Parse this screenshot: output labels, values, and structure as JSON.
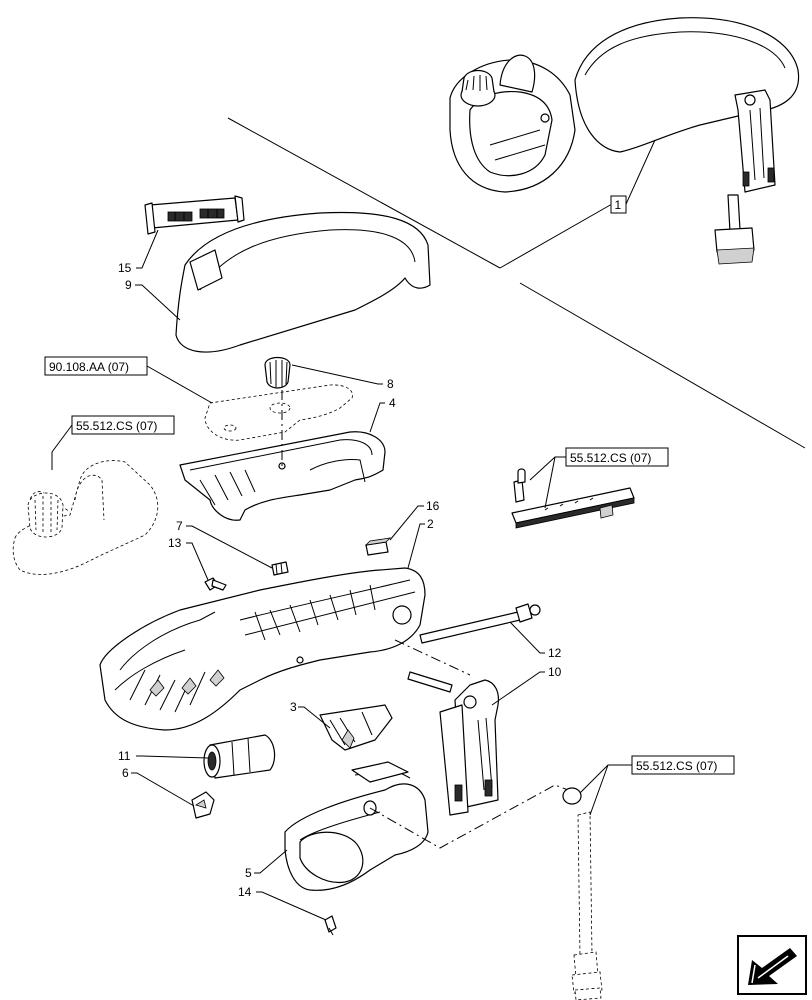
{
  "callouts": {
    "c1": "1",
    "c2": "2",
    "c3": "3",
    "c4": "4",
    "c5": "5",
    "c6": "6",
    "c7": "7",
    "c8": "8",
    "c9": "9",
    "c10": "10",
    "c11": "11",
    "c12": "12",
    "c13": "13",
    "c14": "14",
    "c15": "15",
    "c16": "16"
  },
  "references": {
    "ref_90108": "90.108.AA (07)",
    "ref_55512_left": "55.512.CS (07)",
    "ref_55512_mid": "55.512.CS (07)",
    "ref_55512_bottom": "55.512.CS (07)"
  },
  "nav_icon": "arrow-down-left-icon"
}
